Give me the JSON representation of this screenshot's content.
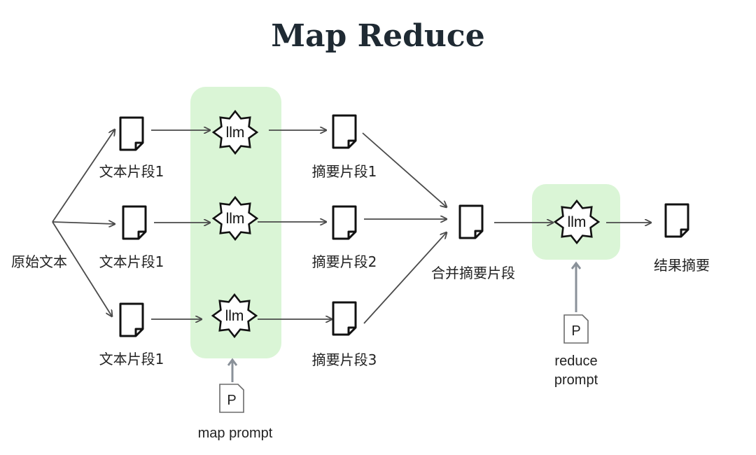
{
  "title": "Map Reduce",
  "source_label": "原始文本",
  "chunk_labels": [
    "文本片段1",
    "文本片段1",
    "文本片段1"
  ],
  "llm_label": "llm",
  "summary_labels": [
    "摘要片段1",
    "摘要片段2",
    "摘要片段3"
  ],
  "merged_label": "合并摘要片段",
  "result_label": "结果摘要",
  "map_prompt": {
    "icon_letter": "P",
    "label": "map prompt"
  },
  "reduce_prompt": {
    "icon_letter": "P",
    "label_lines": [
      "reduce",
      "prompt"
    ]
  },
  "colors": {
    "panel_green": "#daf5d6",
    "arrow": "#4a4a4a",
    "prompt_arrow": "#8a9199"
  },
  "icons": {
    "document": "document-icon",
    "llm": "llm-star-icon",
    "prompt": "prompt-document-icon"
  }
}
